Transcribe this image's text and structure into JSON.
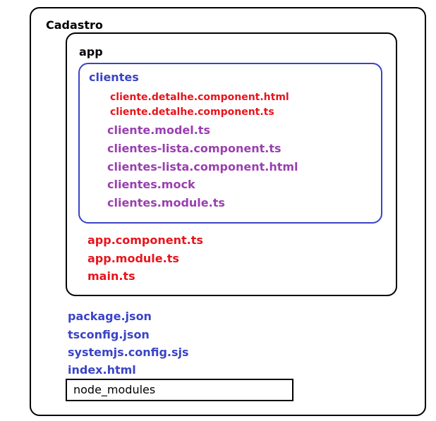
{
  "root": {
    "title": "Cadastro",
    "app": {
      "title": "app",
      "clientes": {
        "title": "clientes",
        "files_highlight": [
          "cliente.detalhe.component.html",
          "cliente.detalhe.component.ts"
        ],
        "files": [
          "cliente.model.ts",
          "clientes-lista.component.ts",
          "clientes-lista.component.html",
          "clientes.mock",
          "clientes.module.ts"
        ]
      },
      "files": [
        "app.component.ts",
        "app.module.ts",
        "main.ts"
      ]
    },
    "files": [
      "package.json",
      "tsconfig.json",
      "systemjs.config.sjs",
      "index.html"
    ],
    "node_modules": "node_modules"
  },
  "colors": {
    "folder_border": "#000000",
    "clientes_border": "#3a44c6",
    "root_files": "#3a44c6",
    "clientes_title": "#3a44c6",
    "highlight_files": "#e8141c",
    "clientes_files": "#9a3fb0",
    "app_files": "#e8141c"
  }
}
